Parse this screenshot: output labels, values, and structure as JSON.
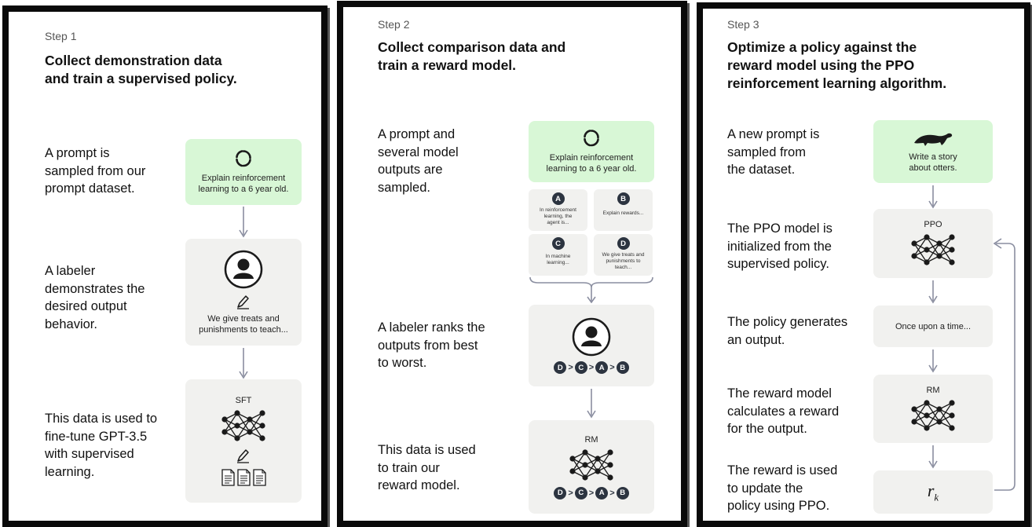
{
  "steps": [
    {
      "label": "Step 1",
      "title": [
        "Collect demonstration data",
        "and train a supervised policy."
      ],
      "descs": [
        [
          "A prompt is",
          "sampled from our",
          "prompt dataset."
        ],
        [
          "A labeler",
          "demonstrates the",
          "desired output",
          "behavior."
        ],
        [
          "This data is used to",
          "fine-tune GPT-3.5",
          "with supervised",
          "learning."
        ]
      ],
      "prompt": [
        "Explain reinforcement",
        "learning to a 6 year old."
      ],
      "demo_output": [
        "We give treats and",
        "punishments to teach..."
      ],
      "model_label": "SFT"
    },
    {
      "label": "Step 2",
      "title": [
        "Collect comparison data and",
        "train a reward model."
      ],
      "descs": [
        [
          "A prompt and",
          "several model",
          "outputs are",
          "sampled."
        ],
        [
          "A labeler ranks the",
          "outputs from best",
          "to worst."
        ],
        [
          "This data is used",
          "to train our",
          "reward model."
        ]
      ],
      "prompt": [
        "Explain reinforcement",
        "learning to a 6 year old."
      ],
      "outputs": [
        {
          "letter": "A",
          "text": [
            "In reinforcement",
            "learning, the",
            "agent is..."
          ]
        },
        {
          "letter": "B",
          "text": [
            "Explain rewards..."
          ]
        },
        {
          "letter": "C",
          "text": [
            "In machine",
            "learning..."
          ]
        },
        {
          "letter": "D",
          "text": [
            "We give treats and",
            "punishments to",
            "teach..."
          ]
        }
      ],
      "ranking": [
        "D",
        "C",
        "A",
        "B"
      ],
      "model_label": "RM"
    },
    {
      "label": "Step 3",
      "title": [
        "Optimize a policy against the",
        "reward model using the PPO",
        "reinforcement learning algorithm."
      ],
      "descs": [
        [
          "A new prompt is",
          "sampled from",
          "the dataset."
        ],
        [
          "The PPO model is",
          "initialized from the",
          "supervised policy."
        ],
        [
          "The policy generates",
          "an output."
        ],
        [
          "The reward model",
          "calculates a reward",
          "for the output."
        ],
        [
          "The reward is used",
          "to update the",
          "policy using PPO."
        ]
      ],
      "prompt": [
        "Write a story",
        "about otters."
      ],
      "ppo_label": "PPO",
      "policy_output": "Once upon a time...",
      "rm_label": "RM",
      "reward_symbol": "r",
      "reward_subscript": "k"
    }
  ],
  "colors": {
    "prompt_box": "#d8f7d6",
    "gray_box": "#f1f1ef",
    "arrow": "#8a8ea0",
    "badge": "#2c3440",
    "panel_border": "#0a0a0a"
  },
  "icons": [
    "cycle-icon",
    "labeler-avatar-icon",
    "pencil-icon",
    "neural-network-icon",
    "document-icon",
    "otter-icon",
    "feedback-loop-arrow"
  ]
}
